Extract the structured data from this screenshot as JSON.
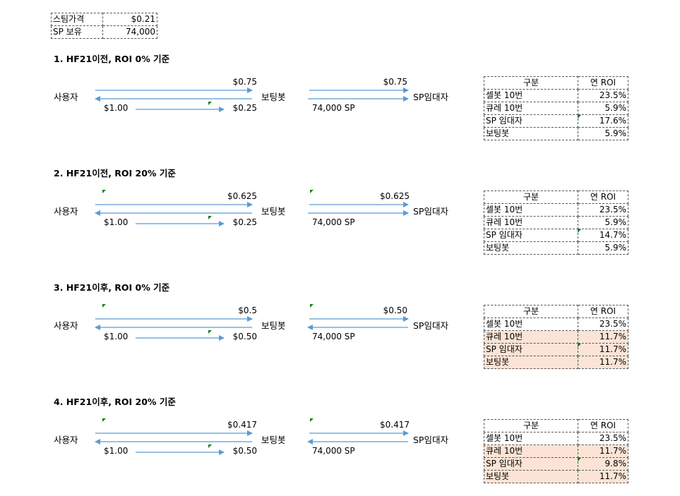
{
  "top_table": {
    "rows": [
      {
        "label": "스팀가격",
        "value": "$0.21"
      },
      {
        "label": "SP 보유",
        "value": "74,000"
      }
    ]
  },
  "sections": [
    {
      "title": "1. HF21이전, ROI 0% 기준",
      "user": "사용자",
      "bot": "보팅봇",
      "lender": "SP임대자",
      "user_to_bot": "$0.75",
      "bot_to_lender": "$0.75",
      "user_pays": "$1.00",
      "user_gets": "$0.25",
      "lender_sp": "74,000 SP",
      "table": {
        "header": [
          "구분",
          "연 ROI"
        ],
        "rows": [
          {
            "label": "셀봇 10번",
            "value": "23.5%",
            "highlight": false
          },
          {
            "label": "큐레 10번",
            "value": "5.9%",
            "highlight": false
          },
          {
            "label": "SP 임대자",
            "value": "17.6%",
            "highlight": false
          },
          {
            "label": "보팅봇",
            "value": "5.9%",
            "highlight": false
          }
        ]
      }
    },
    {
      "title": "2. HF21이전, ROI 20% 기준",
      "user": "사용자",
      "bot": "보팅봇",
      "lender": "SP임대자",
      "user_to_bot": "$0.625",
      "bot_to_lender": "$0.625",
      "user_pays": "$1.00",
      "user_gets": "$0.25",
      "lender_sp": "74,000 SP",
      "table": {
        "header": [
          "구분",
          "연 ROI"
        ],
        "rows": [
          {
            "label": "셀봇 10번",
            "value": "23.5%",
            "highlight": false
          },
          {
            "label": "큐레 10번",
            "value": "5.9%",
            "highlight": false
          },
          {
            "label": "SP 임대자",
            "value": "14.7%",
            "highlight": false
          },
          {
            "label": "보팅봇",
            "value": "5.9%",
            "highlight": false
          }
        ]
      }
    },
    {
      "title": "3. HF21이후, ROI 0% 기준",
      "user": "사용자",
      "bot": "보팅봇",
      "lender": "SP임대자",
      "user_to_bot": "$0.5",
      "bot_to_lender": "$0.50",
      "user_pays": "$1.00",
      "user_gets": "$0.50",
      "lender_sp": "74,000 SP",
      "table": {
        "header": [
          "구분",
          "연 ROI"
        ],
        "rows": [
          {
            "label": "셀봇 10번",
            "value": "23.5%",
            "highlight": false
          },
          {
            "label": "큐레 10번",
            "value": "11.7%",
            "highlight": true
          },
          {
            "label": "SP 임대자",
            "value": "11.7%",
            "highlight": true
          },
          {
            "label": "보팅봇",
            "value": "11.7%",
            "highlight": true
          }
        ]
      }
    },
    {
      "title": "4. HF21이후, ROI 20% 기준",
      "user": "사용자",
      "bot": "보팅봇",
      "lender": "SP임대자",
      "user_to_bot": "$0.417",
      "bot_to_lender": "$0.417",
      "user_pays": "$1.00",
      "user_gets": "$0.50",
      "lender_sp": "74,000 SP",
      "table": {
        "header": [
          "구분",
          "연 ROI"
        ],
        "rows": [
          {
            "label": "셀봇 10번",
            "value": "23.5%",
            "highlight": false
          },
          {
            "label": "큐레 10번",
            "value": "11.7%",
            "highlight": true
          },
          {
            "label": "SP 임대자",
            "value": "9.8%",
            "highlight": true
          },
          {
            "label": "보팅봇",
            "value": "11.7%",
            "highlight": true
          }
        ]
      }
    }
  ]
}
